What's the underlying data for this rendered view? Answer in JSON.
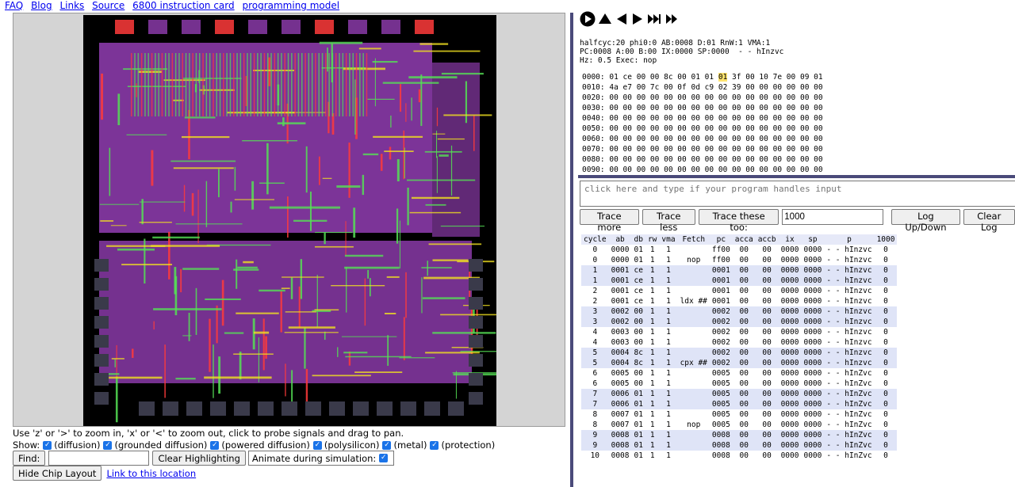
{
  "nav_links": [
    "FAQ",
    "Blog",
    "Links",
    "Source",
    "6800 instruction card",
    "programming model"
  ],
  "help_text": "Use 'z' or '>' to zoom in, 'x' or '<' to zoom out, click to probe signals and drag to pan.",
  "show": {
    "label": "Show:",
    "layers": [
      "(diffusion)",
      "(grounded diffusion)",
      "(powered diffusion)",
      "(polysilicon)",
      "(metal)",
      "(protection)"
    ]
  },
  "find": {
    "button": "Find:",
    "value": ""
  },
  "clear_highlighting": "Clear Highlighting",
  "animate_label": "Animate during simulation:",
  "hide_chip_layout": "Hide Chip Layout",
  "link_location": "Link to this location",
  "controls": [
    "run-stop",
    "reset",
    "step-back",
    "step-forward",
    "fast-forward",
    "step-forward-double"
  ],
  "status": {
    "line1": "halfcyc:20 phi0:0 AB:0008 D:01 RnW:1 VMA:1",
    "line2": "PC:0008 A:00 B:00 IX:0000 SP:0000  - - hInzvc",
    "line3": "Hz: 0.5 Exec: nop"
  },
  "memory": {
    "rows": [
      {
        "addr": "0000:",
        "bytes": [
          "01",
          "ce",
          "00",
          "00",
          "8c",
          "00",
          "01",
          "01",
          "01",
          "3f",
          "00",
          "10",
          "7e",
          "00",
          "09",
          "01"
        ]
      },
      {
        "addr": "0010:",
        "bytes": [
          "4a",
          "e7",
          "00",
          "7c",
          "00",
          "0f",
          "0d",
          "c9",
          "02",
          "39",
          "00",
          "00",
          "00",
          "00",
          "00",
          "00"
        ]
      },
      {
        "addr": "0020:",
        "bytes": [
          "00",
          "00",
          "00",
          "00",
          "00",
          "00",
          "00",
          "00",
          "00",
          "00",
          "00",
          "00",
          "00",
          "00",
          "00",
          "00"
        ]
      },
      {
        "addr": "0030:",
        "bytes": [
          "00",
          "00",
          "00",
          "00",
          "00",
          "00",
          "00",
          "00",
          "00",
          "00",
          "00",
          "00",
          "00",
          "00",
          "00",
          "00"
        ]
      },
      {
        "addr": "0040:",
        "bytes": [
          "00",
          "00",
          "00",
          "00",
          "00",
          "00",
          "00",
          "00",
          "00",
          "00",
          "00",
          "00",
          "00",
          "00",
          "00",
          "00"
        ]
      },
      {
        "addr": "0050:",
        "bytes": [
          "00",
          "00",
          "00",
          "00",
          "00",
          "00",
          "00",
          "00",
          "00",
          "00",
          "00",
          "00",
          "00",
          "00",
          "00",
          "00"
        ]
      },
      {
        "addr": "0060:",
        "bytes": [
          "00",
          "00",
          "00",
          "00",
          "00",
          "00",
          "00",
          "00",
          "00",
          "00",
          "00",
          "00",
          "00",
          "00",
          "00",
          "00"
        ]
      },
      {
        "addr": "0070:",
        "bytes": [
          "00",
          "00",
          "00",
          "00",
          "00",
          "00",
          "00",
          "00",
          "00",
          "00",
          "00",
          "00",
          "00",
          "00",
          "00",
          "00"
        ]
      },
      {
        "addr": "0080:",
        "bytes": [
          "00",
          "00",
          "00",
          "00",
          "00",
          "00",
          "00",
          "00",
          "00",
          "00",
          "00",
          "00",
          "00",
          "00",
          "00",
          "00"
        ]
      },
      {
        "addr": "0090:",
        "bytes": [
          "00",
          "00",
          "00",
          "00",
          "00",
          "00",
          "00",
          "00",
          "00",
          "00",
          "00",
          "00",
          "00",
          "00",
          "00",
          "00"
        ]
      }
    ],
    "highlight_row": 0,
    "highlight_col": 8,
    "highlight_color": "#ffe36e"
  },
  "input_placeholder": "click here and type if your program handles input",
  "trace": {
    "buttons": [
      "Trace more",
      "Trace less",
      "Trace these too:"
    ],
    "trace_value": "1000",
    "log_button": "Log Up/Down",
    "clear_log": "Clear Log"
  },
  "log": {
    "headers": [
      "cycle",
      "ab",
      "db",
      "rw",
      "vma",
      "Fetch",
      "pc",
      "acca",
      "accb",
      "ix",
      "sp",
      "p",
      "1000"
    ],
    "rows": [
      [
        "0",
        "0000",
        "01",
        "1",
        "1",
        "",
        "ff00",
        "00",
        "00",
        "0000",
        "0000",
        "- - hInzvc",
        "0"
      ],
      [
        "0",
        "0000",
        "01",
        "1",
        "1",
        "nop",
        "ff00",
        "00",
        "00",
        "0000",
        "0000",
        "- - hInzvc",
        "0"
      ],
      [
        "1",
        "0001",
        "ce",
        "1",
        "1",
        "",
        "0001",
        "00",
        "00",
        "0000",
        "0000",
        "- - hInzvc",
        "0"
      ],
      [
        "1",
        "0001",
        "ce",
        "1",
        "1",
        "",
        "0001",
        "00",
        "00",
        "0000",
        "0000",
        "- - hInzvc",
        "0"
      ],
      [
        "2",
        "0001",
        "ce",
        "1",
        "1",
        "",
        "0001",
        "00",
        "00",
        "0000",
        "0000",
        "- - hInzvc",
        "0"
      ],
      [
        "2",
        "0001",
        "ce",
        "1",
        "1",
        "ldx ##",
        "0001",
        "00",
        "00",
        "0000",
        "0000",
        "- - hInzvc",
        "0"
      ],
      [
        "3",
        "0002",
        "00",
        "1",
        "1",
        "",
        "0002",
        "00",
        "00",
        "0000",
        "0000",
        "- - hInzvc",
        "0"
      ],
      [
        "3",
        "0002",
        "00",
        "1",
        "1",
        "",
        "0002",
        "00",
        "00",
        "0000",
        "0000",
        "- - hInzvc",
        "0"
      ],
      [
        "4",
        "0003",
        "00",
        "1",
        "1",
        "",
        "0002",
        "00",
        "00",
        "0000",
        "0000",
        "- - hInzvc",
        "0"
      ],
      [
        "4",
        "0003",
        "00",
        "1",
        "1",
        "",
        "0002",
        "00",
        "00",
        "0000",
        "0000",
        "- - hInzvc",
        "0"
      ],
      [
        "5",
        "0004",
        "8c",
        "1",
        "1",
        "",
        "0002",
        "00",
        "00",
        "0000",
        "0000",
        "- - hInzvc",
        "0"
      ],
      [
        "5",
        "0004",
        "8c",
        "1",
        "1",
        "cpx ##",
        "0002",
        "00",
        "00",
        "0000",
        "0000",
        "- - hInzvc",
        "0"
      ],
      [
        "6",
        "0005",
        "00",
        "1",
        "1",
        "",
        "0005",
        "00",
        "00",
        "0000",
        "0000",
        "- - hInZvc",
        "0"
      ],
      [
        "6",
        "0005",
        "00",
        "1",
        "1",
        "",
        "0005",
        "00",
        "00",
        "0000",
        "0000",
        "- - hInZvc",
        "0"
      ],
      [
        "7",
        "0006",
        "01",
        "1",
        "1",
        "",
        "0005",
        "00",
        "00",
        "0000",
        "0000",
        "- - hInZvc",
        "0"
      ],
      [
        "7",
        "0006",
        "01",
        "1",
        "1",
        "",
        "0005",
        "00",
        "00",
        "0000",
        "0000",
        "- - hInZvc",
        "0"
      ],
      [
        "8",
        "0007",
        "01",
        "1",
        "1",
        "",
        "0005",
        "00",
        "00",
        "0000",
        "0000",
        "- - hInZvc",
        "0"
      ],
      [
        "8",
        "0007",
        "01",
        "1",
        "1",
        "nop",
        "0005",
        "00",
        "00",
        "0000",
        "0000",
        "- - hInZvc",
        "0"
      ],
      [
        "9",
        "0008",
        "01",
        "1",
        "1",
        "",
        "0008",
        "00",
        "00",
        "0000",
        "0000",
        "- - hInZvc",
        "0"
      ],
      [
        "9",
        "0008",
        "01",
        "1",
        "1",
        "",
        "0008",
        "00",
        "00",
        "0000",
        "0000",
        "- - hInZvc",
        "0"
      ],
      [
        "10",
        "0008",
        "01",
        "1",
        "1",
        "",
        "0008",
        "00",
        "00",
        "0000",
        "0000",
        "- - hInZvc",
        "0"
      ]
    ]
  },
  "colors": {
    "chip_background": "#000000",
    "frame": "#d4d4d4",
    "metal": "#8a3aa8",
    "polysilicon": "#ff3b3b",
    "diffusion": "#55e055",
    "protection": "#f0e020",
    "accent": "#4a4a7a"
  }
}
